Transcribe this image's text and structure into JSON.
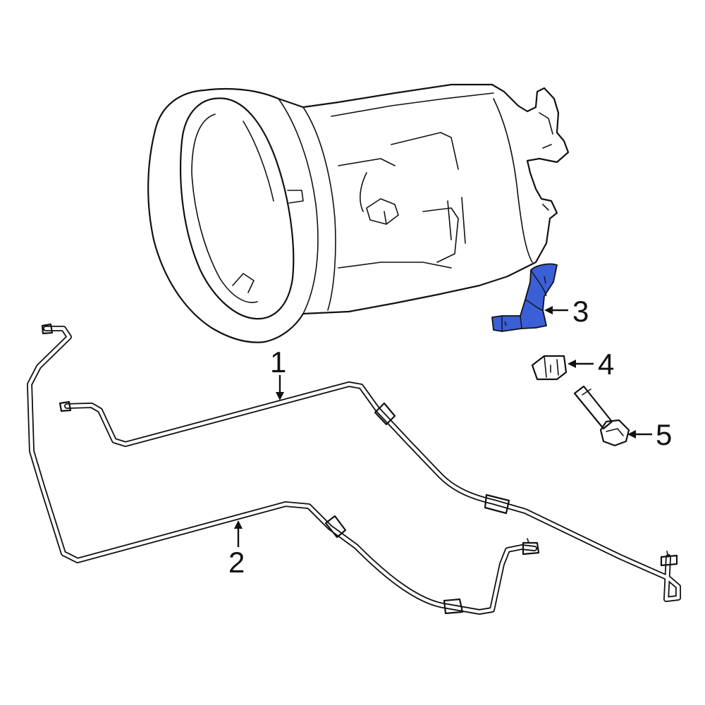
{
  "colors": {
    "line": "#111111",
    "highlight": "#3b5fd6",
    "background": "#ffffff"
  },
  "callouts": [
    {
      "id": "1",
      "label": "1"
    },
    {
      "id": "2",
      "label": "2"
    },
    {
      "id": "3",
      "label": "3"
    },
    {
      "id": "4",
      "label": "4"
    },
    {
      "id": "5",
      "label": "5"
    }
  ]
}
